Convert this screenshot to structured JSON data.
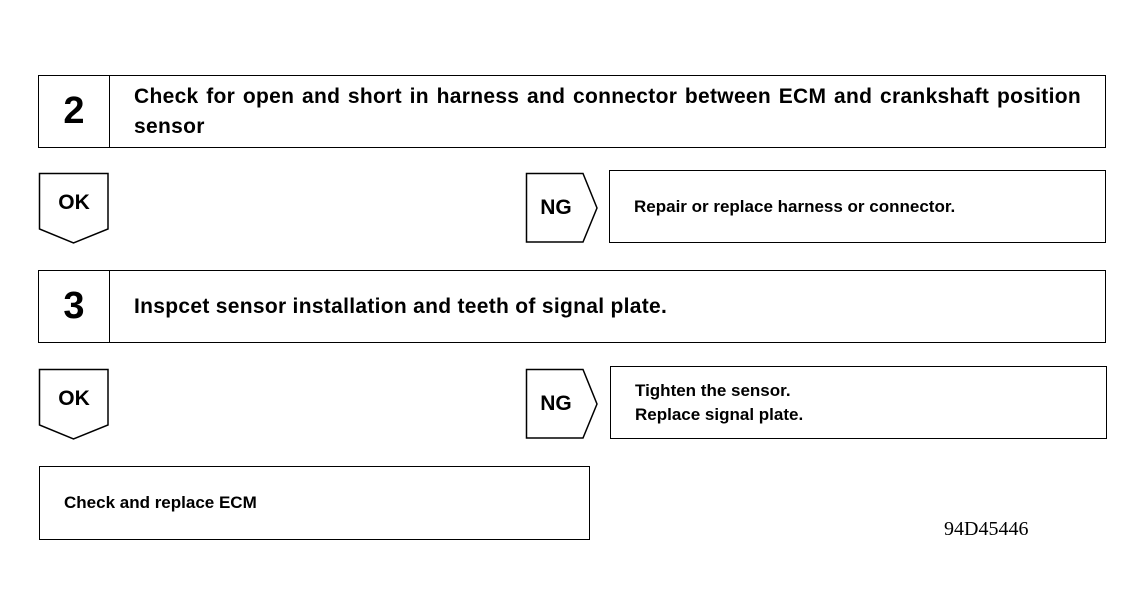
{
  "steps": [
    {
      "number": "2",
      "text": "Check for open and short in harness and connector between ECM and crankshaft position sensor"
    },
    {
      "number": "3",
      "text": "Inspcet sensor installation and teeth of signal plate."
    }
  ],
  "ok_label": "OK",
  "ng_label": "NG",
  "ng_results": [
    {
      "lines": [
        "Repair or replace harness or connector."
      ]
    },
    {
      "lines": [
        "Tighten the sensor.",
        "Replace signal plate."
      ]
    }
  ],
  "final_action": "Check and replace ECM",
  "figure_id": "94D45446"
}
